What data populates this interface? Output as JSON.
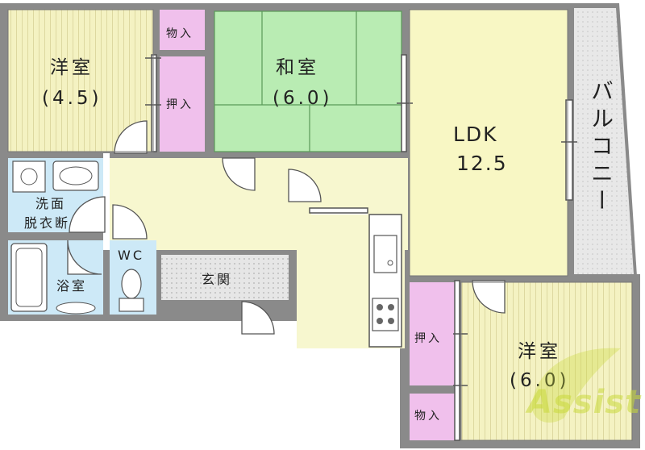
{
  "rooms": {
    "western_room_1": {
      "name": "洋室",
      "size": "(4.5)"
    },
    "japanese_room": {
      "name": "和室",
      "size": "(6.0)"
    },
    "ldk": {
      "name": "LDK",
      "size": "12.5"
    },
    "balcony": {
      "name": "バルコニー"
    },
    "western_room_2": {
      "name": "洋室",
      "size": "(6.0)"
    },
    "washroom": {
      "line1": "洗面",
      "line2": "脱衣断"
    },
    "bathroom": {
      "name": "浴室"
    },
    "toilet": {
      "name": "WC"
    },
    "entrance": {
      "name": "玄関"
    },
    "closet_top": {
      "name": "物入"
    },
    "oshiire_1": {
      "name": "押入"
    },
    "oshiire_2": {
      "name": "押入"
    },
    "closet_bottom": {
      "name": "物入"
    }
  },
  "watermark": {
    "text": "Assist"
  },
  "colors": {
    "wall": "#8a8a8a",
    "ldk_floor": "#f8f7c4",
    "western_floor": "#f4f2c2",
    "tatami": "#b9ecb3",
    "closet": "#f0c0ec",
    "wet_area": "#cde9f7",
    "hall_floor": "#f7f7cf",
    "balcony": "#e4e4e4",
    "watermark": "#c9d93a"
  }
}
